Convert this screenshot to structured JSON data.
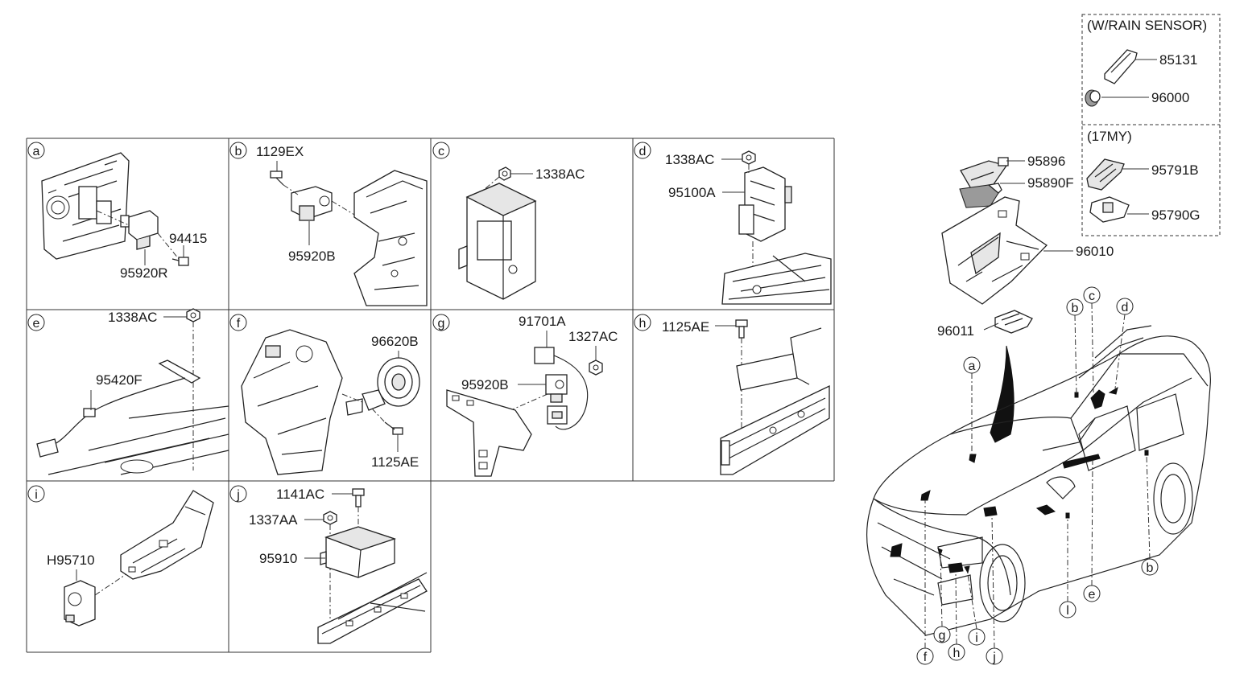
{
  "diagram": {
    "panels": [
      {
        "letter": "a",
        "parts": [
          "94415",
          "95920R"
        ]
      },
      {
        "letter": "b",
        "parts": [
          "1129EX",
          "95920B"
        ]
      },
      {
        "letter": "c",
        "parts": [
          "1338AC"
        ]
      },
      {
        "letter": "d",
        "parts": [
          "1338AC",
          "95100A"
        ]
      },
      {
        "letter": "e",
        "parts": [
          "1338AC",
          "95420F"
        ]
      },
      {
        "letter": "f",
        "parts": [
          "96620B",
          "1125AE"
        ]
      },
      {
        "letter": "g",
        "parts": [
          "91701A",
          "1327AC",
          "95920B"
        ]
      },
      {
        "letter": "h",
        "parts": [
          "1125AE"
        ]
      },
      {
        "letter": "i",
        "parts": [
          "H95710"
        ]
      },
      {
        "letter": "j",
        "parts": [
          "1141AC",
          "1337AA",
          "95910"
        ]
      }
    ],
    "rain_sensor": {
      "header": "(W/RAIN SENSOR)",
      "parts": [
        "85131",
        "96000"
      ],
      "variant_header": "(17MY)",
      "variant_parts": [
        "95791B",
        "95790G"
      ]
    },
    "mirror_cover_parts": [
      "95896",
      "95890F",
      "96010",
      "96011"
    ],
    "vehicle_callouts": [
      "a",
      "b",
      "c",
      "d",
      "b",
      "e",
      "l",
      "f",
      "g",
      "h",
      "i",
      "j"
    ]
  }
}
